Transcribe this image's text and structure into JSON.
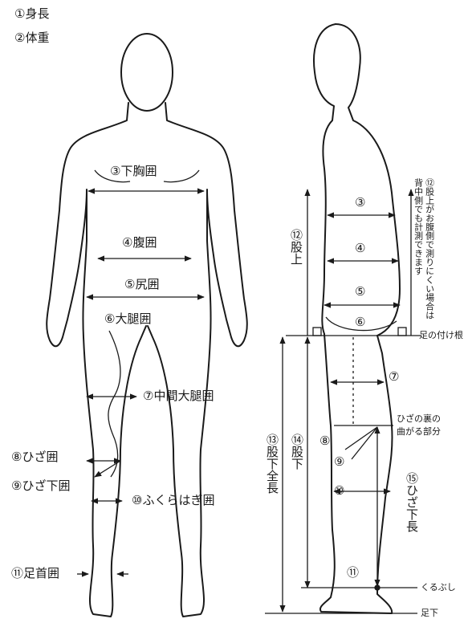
{
  "legend": {
    "height": "①身長",
    "weight": "②体重"
  },
  "front": {
    "under_bust": {
      "num": "③",
      "text": "下胸囲"
    },
    "waist": {
      "num": "④",
      "text": "腹囲"
    },
    "hip": {
      "num": "⑤",
      "text": "尻囲"
    },
    "thigh": {
      "num": "⑥",
      "text": "大腿囲"
    },
    "mid_thigh": {
      "num": "⑦",
      "text": "中間大腿囲"
    },
    "knee": {
      "num": "⑧",
      "text": "ひざ囲"
    },
    "below_knee": {
      "num": "⑨",
      "text": "ひざ下囲"
    },
    "calf": {
      "num": "⑩",
      "text": "ふくらはぎ囲"
    },
    "ankle": {
      "num": "⑪",
      "text": "足首囲"
    }
  },
  "side": {
    "n3": "③",
    "n4": "④",
    "n5": "⑤",
    "n6": "⑥",
    "n7": "⑦",
    "n8": "⑧",
    "n9": "⑨",
    "n10": "⑩",
    "n11": "⑪",
    "crotch_rise": {
      "num": "⑫",
      "text": "股上"
    },
    "note_12": {
      "num": "⑫",
      "line1": "股上がお腹側で測りにくい場合は",
      "line2": "背中側でも計測できます"
    },
    "inseam_total": {
      "num": "⑬",
      "text": "股下全長"
    },
    "inseam": {
      "num": "⑭",
      "text": "股下"
    },
    "below_knee_len": {
      "num": "⑮",
      "text": "ひざ下長"
    },
    "leg_base": "足の付け根",
    "knee_back_1": "ひざの裏の",
    "knee_back_2": "曲がる部分",
    "ankle_bone": "くるぶし",
    "sole": "足下"
  }
}
